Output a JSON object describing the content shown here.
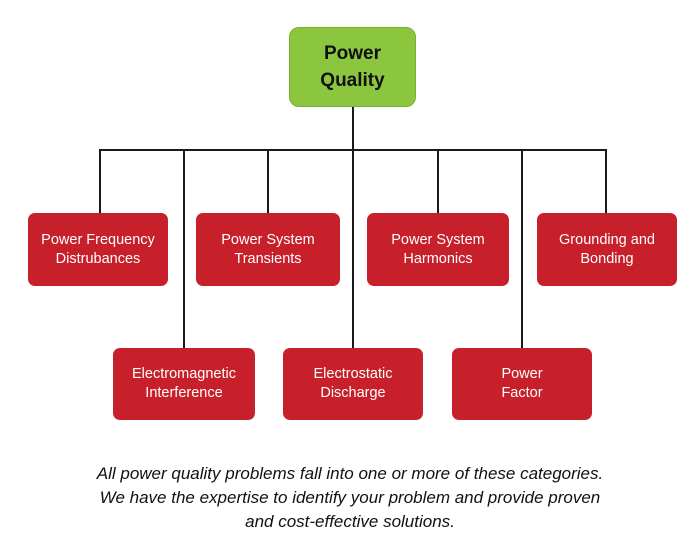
{
  "root": {
    "label": "Power\nQuality"
  },
  "nodes": [
    {
      "id": "power-frequency-disturbances",
      "label": "Power Frequency\nDistrubances"
    },
    {
      "id": "power-system-transients",
      "label": "Power System\nTransients"
    },
    {
      "id": "power-system-harmonics",
      "label": "Power System\nHarmonics"
    },
    {
      "id": "grounding-and-bonding",
      "label": "Grounding and\nBonding"
    },
    {
      "id": "electromagnetic-interference",
      "label": "Electromagnetic\nInterference"
    },
    {
      "id": "electrostatic-discharge",
      "label": "Electrostatic\nDischarge"
    },
    {
      "id": "power-factor",
      "label": "Power\nFactor"
    }
  ],
  "caption": {
    "line1": "All power quality problems fall into one or more of these categories.",
    "line2": "We have the expertise to identify your problem and provide proven",
    "line3": "and cost-effective solutions."
  },
  "colors": {
    "root_fill": "#8cc63f",
    "node_fill": "#c8202a",
    "connector": "#1a1a1a"
  }
}
